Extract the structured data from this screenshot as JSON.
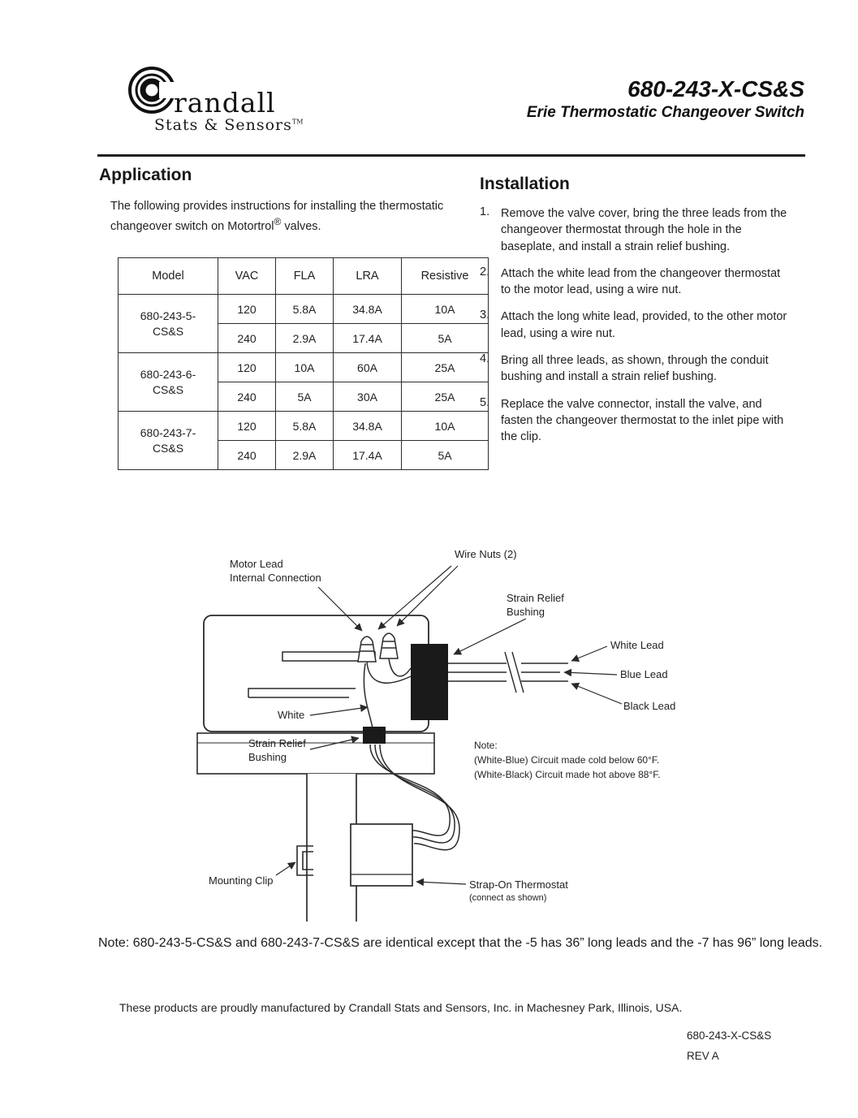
{
  "header": {
    "logo": {
      "brand_initial": "C",
      "brand": "randall",
      "subbrand": "Stats & Sensors",
      "tm": "TM"
    },
    "title": "680-243-X-CS&S",
    "subtitle": "Erie Thermostatic Changeover Switch"
  },
  "application": {
    "heading": "Application",
    "body_a": "The following provides instructions for installing the thermostatic changeover switch on Motortrol",
    "body_sup": "®",
    "body_b": " valves."
  },
  "table": {
    "headers": [
      "Model",
      "VAC",
      "FLA",
      "LRA",
      "Resistive"
    ],
    "groups": [
      {
        "model_line1": "680-243-5-",
        "model_line2": "CS&S",
        "rows": [
          [
            "120",
            "5.8A",
            "34.8A",
            "10A"
          ],
          [
            "240",
            "2.9A",
            "17.4A",
            "5A"
          ]
        ]
      },
      {
        "model_line1": "680-243-6-",
        "model_line2": "CS&S",
        "rows": [
          [
            "120",
            "10A",
            "60A",
            "25A"
          ],
          [
            "240",
            "5A",
            "30A",
            "25A"
          ]
        ]
      },
      {
        "model_line1": "680-243-7-",
        "model_line2": "CS&S",
        "rows": [
          [
            "120",
            "5.8A",
            "34.8A",
            "10A"
          ],
          [
            "240",
            "2.9A",
            "17.4A",
            "5A"
          ]
        ]
      }
    ]
  },
  "installation": {
    "heading": "Installation",
    "steps": [
      {
        "num": "1.",
        "text": "Remove the valve cover, bring the three leads from the changeover thermostat through the hole in the baseplate, and install a strain relief bushing."
      },
      {
        "num": "2.",
        "text": "Attach the white lead from the changeover thermostat to the motor lead, using a wire nut."
      },
      {
        "num": "3.",
        "text": "Attach the long white lead, provided, to the other motor lead, using a wire nut."
      },
      {
        "num": "4.",
        "text": "Bring all three leads, as shown, through the conduit bushing and install a strain relief bushing."
      },
      {
        "num": "5.",
        "text": "Replace the valve connector, install the valve, and fasten the changeover thermostat to the inlet pipe with the clip."
      }
    ]
  },
  "diagram": {
    "labels": {
      "motor_lead_1": "Motor Lead",
      "motor_lead_2": "Internal Connection",
      "wire_nuts": "Wire Nuts (2)",
      "strain_relief_top_1": "Strain Relief",
      "strain_relief_top_2": "Bushing",
      "white_lead": "White Lead",
      "blue_lead": "Blue Lead",
      "black_lead": "Black Lead",
      "white": "White",
      "strain_relief_bottom_1": "Strain Relief",
      "strain_relief_bottom_2": "Bushing",
      "note_title": "Note:",
      "note_line1": "(White-Blue) Circuit made cold below 60°F.",
      "note_line2": "(White-Black) Circuit made hot above 88°F.",
      "mounting_clip": "Mounting Clip",
      "strap_on_1": "Strap-On Thermostat",
      "strap_on_2": "(connect as shown)"
    }
  },
  "bottom_note": "Note: 680-243-5-CS&S and 680-243-7-CS&S are identical except that the -5 has 36” long leads and the -7 has 96” long leads.",
  "footer": {
    "manufactured": "These products are proudly manufactured by Crandall Stats and Sensors, Inc. in Machesney Park, Illinois, USA.",
    "doc_number": "680-243-X-CS&S",
    "revision": "REV A"
  }
}
